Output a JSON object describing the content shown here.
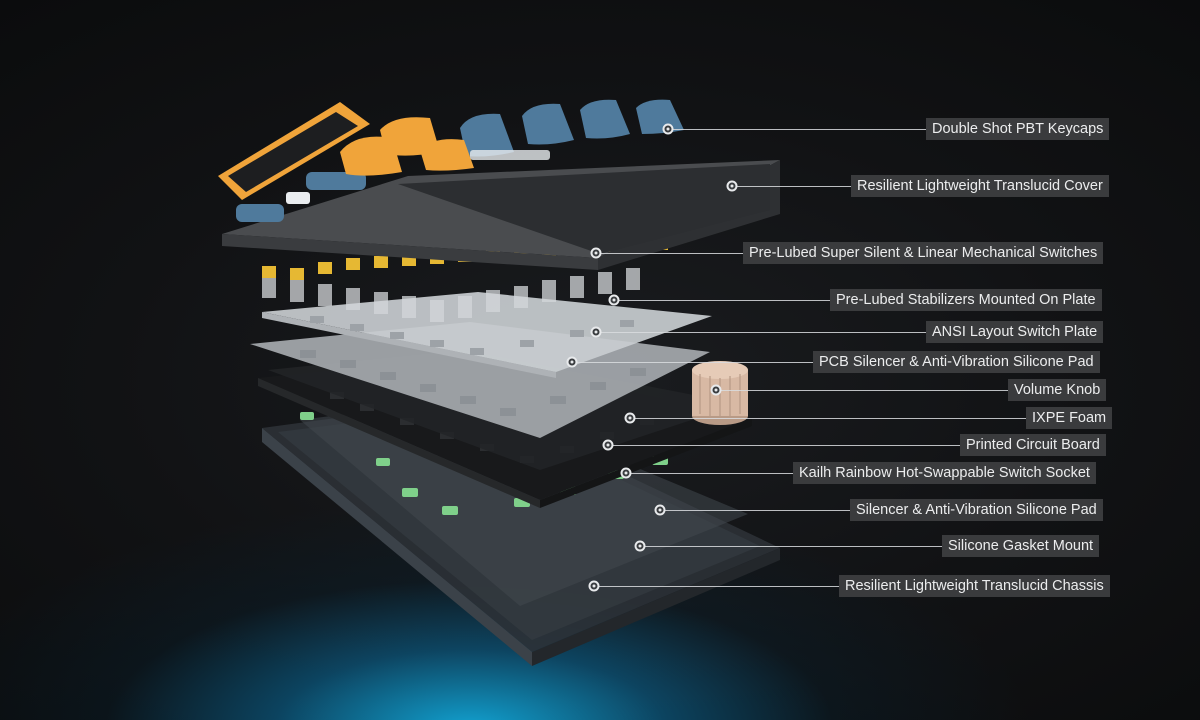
{
  "callouts": [
    {
      "id": "keycaps",
      "label": "Double Shot PBT Keycaps"
    },
    {
      "id": "cover",
      "label": "Resilient Lightweight Translucid Cover"
    },
    {
      "id": "switches",
      "label": "Pre-Lubed Super Silent & Linear Mechanical Switches"
    },
    {
      "id": "stabilizers",
      "label": "Pre-Lubed Stabilizers Mounted On Plate"
    },
    {
      "id": "plate",
      "label": "ANSI Layout Switch Plate"
    },
    {
      "id": "pcb-silencer",
      "label": "PCB Silencer & Anti-Vibration Silicone Pad"
    },
    {
      "id": "knob",
      "label": "Volume Knob"
    },
    {
      "id": "ixpe",
      "label": "IXPE Foam"
    },
    {
      "id": "pcb",
      "label": "Printed Circuit Board"
    },
    {
      "id": "socket",
      "label": "Kailh Rainbow Hot-Swappable Switch Socket"
    },
    {
      "id": "silencer",
      "label": "Silencer & Anti-Vibration Silicone Pad"
    },
    {
      "id": "gasket",
      "label": "Silicone Gasket Mount"
    },
    {
      "id": "chassis",
      "label": "Resilient Lightweight Translucid Chassis"
    }
  ],
  "colors": {
    "keycap_blue": "#4f7a9c",
    "keycap_orange": "#f0a43a",
    "switch_yellow": "#e6b833",
    "socket_green": "#7fd08a",
    "label_bg": "#3a3b3d",
    "glow": "#12aadc"
  }
}
